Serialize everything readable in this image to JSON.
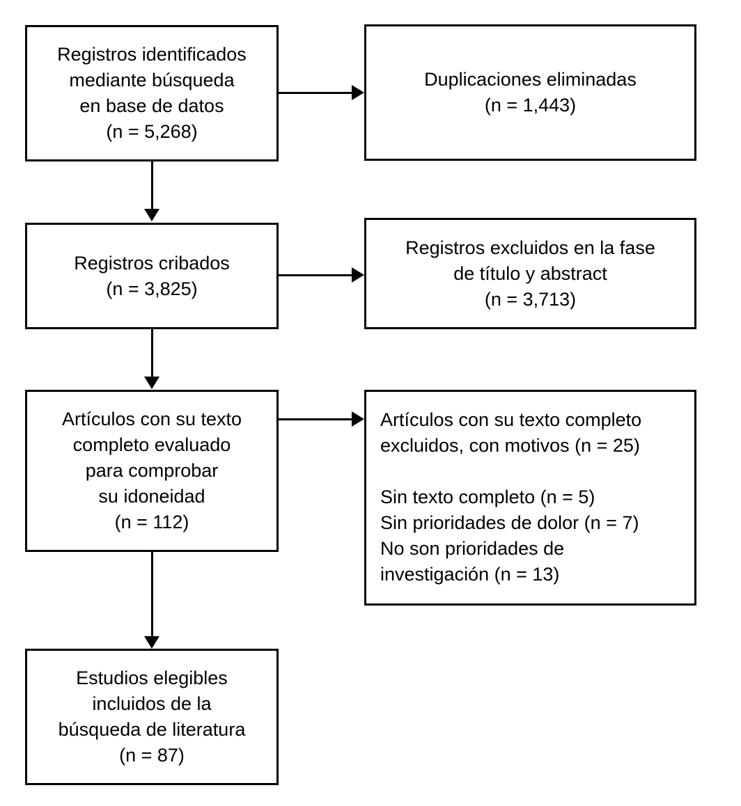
{
  "colors": {
    "border": "#000000",
    "text": "#000000",
    "background": "#ffffff"
  },
  "diagram": {
    "type": "prisma-flowchart",
    "boxes": {
      "identified": {
        "lines": [
          "Registros identificados",
          "mediante búsqueda",
          "en base de datos",
          "(n = 5,268)"
        ]
      },
      "duplicates": {
        "lines": [
          "Duplicaciones eliminadas",
          "(n = 1,443)"
        ]
      },
      "screened": {
        "lines": [
          "Registros cribados",
          "(n = 3,825)"
        ]
      },
      "excluded_title_abstract": {
        "lines": [
          "Registros excluidos en la fase",
          "de título y abstract",
          "(n = 3,713)"
        ]
      },
      "fulltext_assessed": {
        "lines": [
          "Artículos con su texto",
          "completo evaluado",
          "para comprobar",
          "su idoneidad",
          "(n = 112)"
        ]
      },
      "fulltext_excluded": {
        "lines": [
          "Artículos con su texto completo",
          "excluidos, con motivos (n = 25)",
          "",
          "Sin texto completo (n = 5)",
          "Sin prioridades de dolor (n = 7)",
          "No son prioridades de",
          "investigación (n = 13)"
        ]
      },
      "included": {
        "lines": [
          "Estudios elegibles",
          "incluidos de la",
          "búsqueda de literatura",
          "(n = 87)"
        ]
      }
    },
    "arrows": [
      {
        "from": "identified",
        "to": "duplicates",
        "direction": "right"
      },
      {
        "from": "identified",
        "to": "screened",
        "direction": "down"
      },
      {
        "from": "screened",
        "to": "excluded_title_abstract",
        "direction": "right"
      },
      {
        "from": "screened",
        "to": "fulltext_assessed",
        "direction": "down"
      },
      {
        "from": "fulltext_assessed",
        "to": "fulltext_excluded",
        "direction": "right"
      },
      {
        "from": "fulltext_assessed",
        "to": "included",
        "direction": "down"
      }
    ]
  }
}
